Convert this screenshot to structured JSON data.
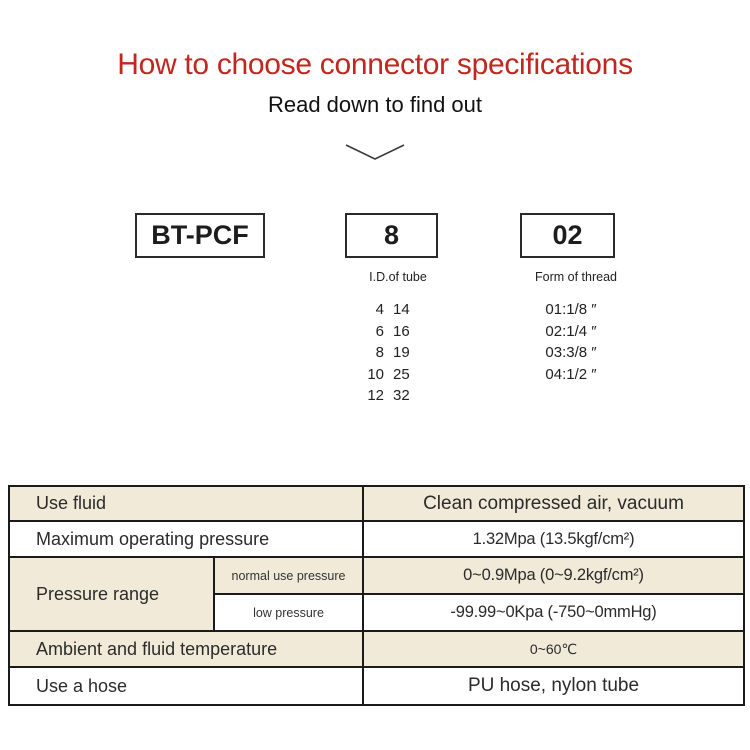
{
  "header": {
    "title": "How to choose connector specifications",
    "subtitle": "Read down to find out",
    "title_color": "#c1271e"
  },
  "model_code": {
    "prefix": "BT-PCF",
    "tube_code": "8",
    "thread_code": "02",
    "tube_label": "I.D.of tube",
    "thread_label": "Form of thread",
    "tube_options": [
      [
        "4",
        "14"
      ],
      [
        "6",
        "16"
      ],
      [
        "8",
        "19"
      ],
      [
        "10",
        "25"
      ],
      [
        "12",
        "32"
      ]
    ],
    "thread_options": [
      "01:1/8 ″",
      "02:1/4 ″",
      "03:3/8 ″",
      "04:1/2 ″"
    ]
  },
  "spec_table": {
    "rows": [
      {
        "label": "Use fluid",
        "value": "Clean compressed air, vacuum"
      },
      {
        "label": "Maximum operating pressure",
        "value": "1.32Mpa (13.5kgf/cm²)"
      },
      {
        "label": "Pressure range",
        "sub_rows": [
          {
            "label": "normal use pressure",
            "value": "0~0.9Mpa (0~9.2kgf/cm²)"
          },
          {
            "label": "low pressure",
            "value": "-99.99~0Kpa (-750~0mmHg)"
          }
        ]
      },
      {
        "label": "Ambient and fluid temperature",
        "value": "0~60℃"
      },
      {
        "label": "Use a hose",
        "value": "PU hose, nylon tube"
      }
    ]
  },
  "colors": {
    "accent_red": "#c1271e",
    "row_beige": "#f2ead9",
    "border_dark": "#1b1b1b"
  }
}
